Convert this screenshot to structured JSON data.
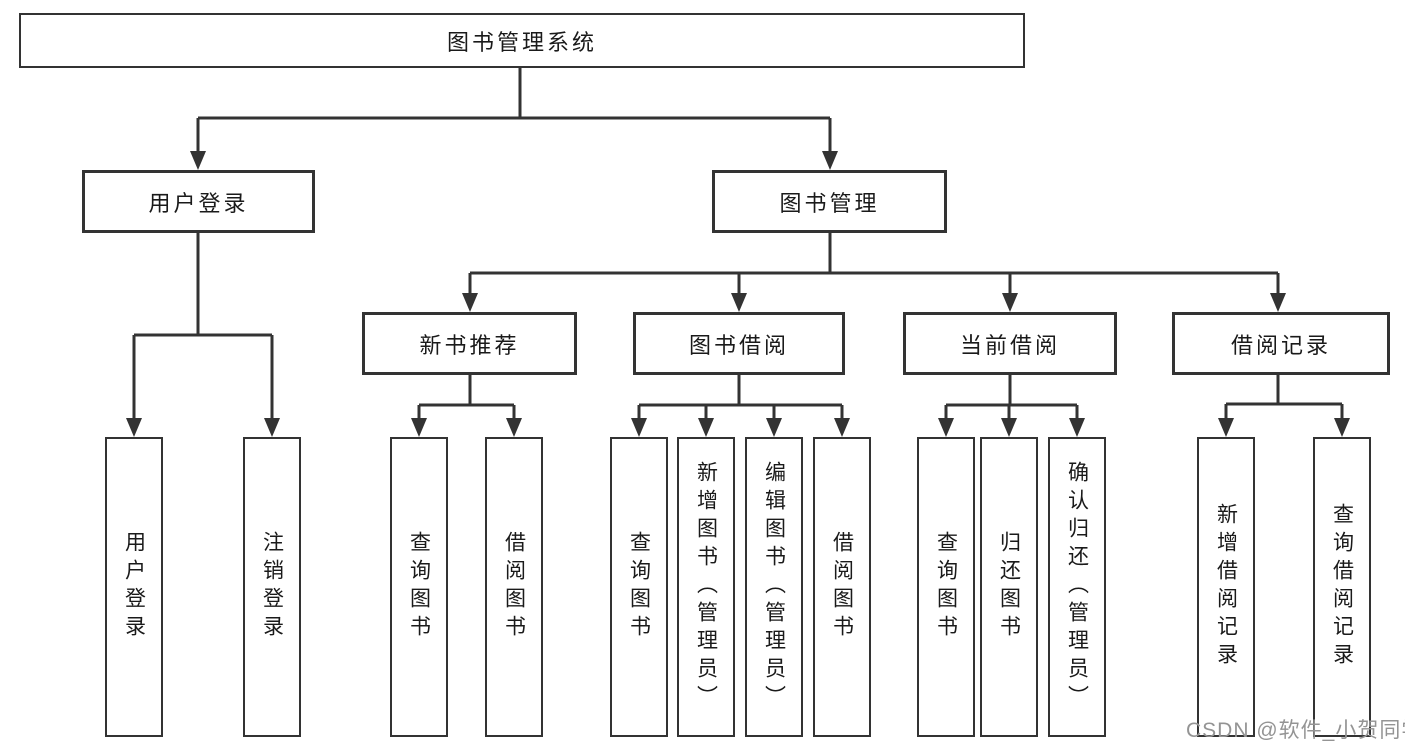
{
  "colors": {
    "line": "#333333",
    "text": "#1a1a1a",
    "watermark": "#949494",
    "background": "#ffffff"
  },
  "tree": {
    "root": {
      "label": "图书管理系统"
    },
    "branches": [
      {
        "label": "用户登录",
        "leaves": [
          "用户登录",
          "注销登录"
        ]
      },
      {
        "label": "图书管理",
        "children": [
          {
            "label": "新书推荐",
            "leaves": [
              "查询图书",
              "借阅图书"
            ]
          },
          {
            "label": "图书借阅",
            "leaves": [
              "查询图书",
              "新增图书（管理员）",
              "编辑图书（管理员）",
              "借阅图书"
            ]
          },
          {
            "label": "当前借阅",
            "leaves": [
              "查询图书",
              "归还图书",
              "确认归还（管理员）"
            ]
          },
          {
            "label": "借阅记录",
            "leaves": [
              "新增借阅记录",
              "查询借阅记录"
            ]
          }
        ]
      }
    ]
  },
  "watermark": {
    "text": "CSDN @软件_小贺同学"
  }
}
